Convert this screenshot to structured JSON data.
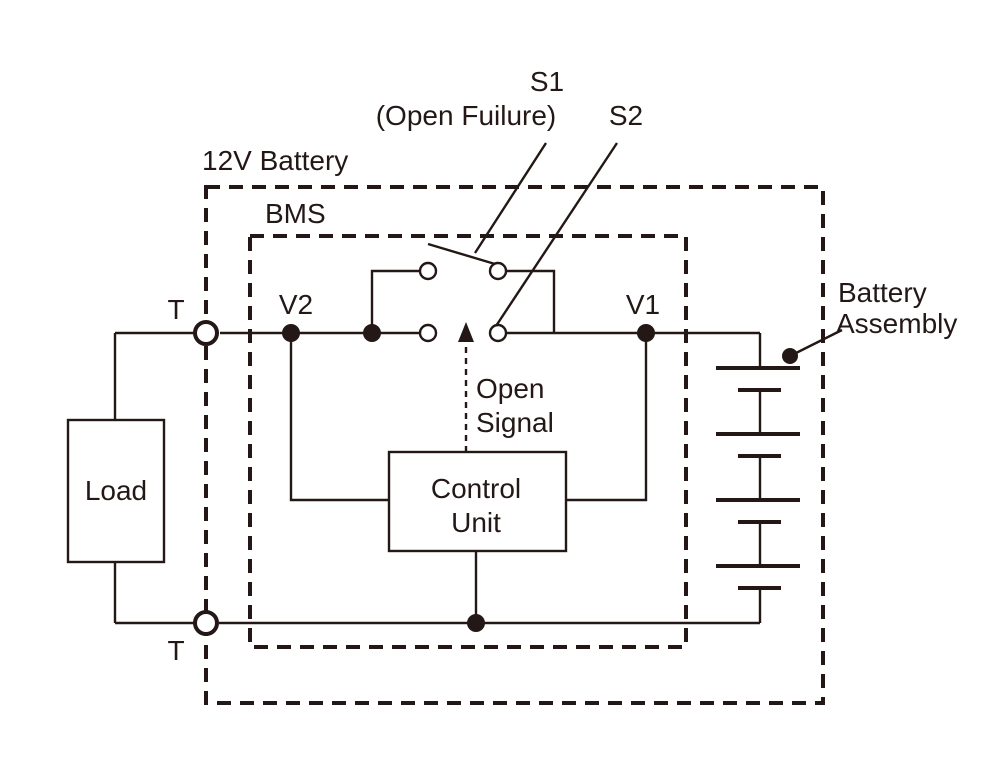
{
  "labels": {
    "s1": "S1",
    "s1_note": "(Open Fuilure)",
    "s2": "S2",
    "battery": "12V Battery",
    "bms": "BMS",
    "terminal_top": "T",
    "terminal_bottom": "T",
    "v2": "V2",
    "v1": "V1",
    "battery_assembly_line1": "Battery",
    "battery_assembly_line2": "Assembly",
    "open_signal_line1": "Open",
    "open_signal_line2": "Signal",
    "control_unit_line1": "Control",
    "control_unit_line2": "Unit",
    "load": "Load"
  },
  "colors": {
    "ink": "#231815",
    "background": "#ffffff"
  }
}
